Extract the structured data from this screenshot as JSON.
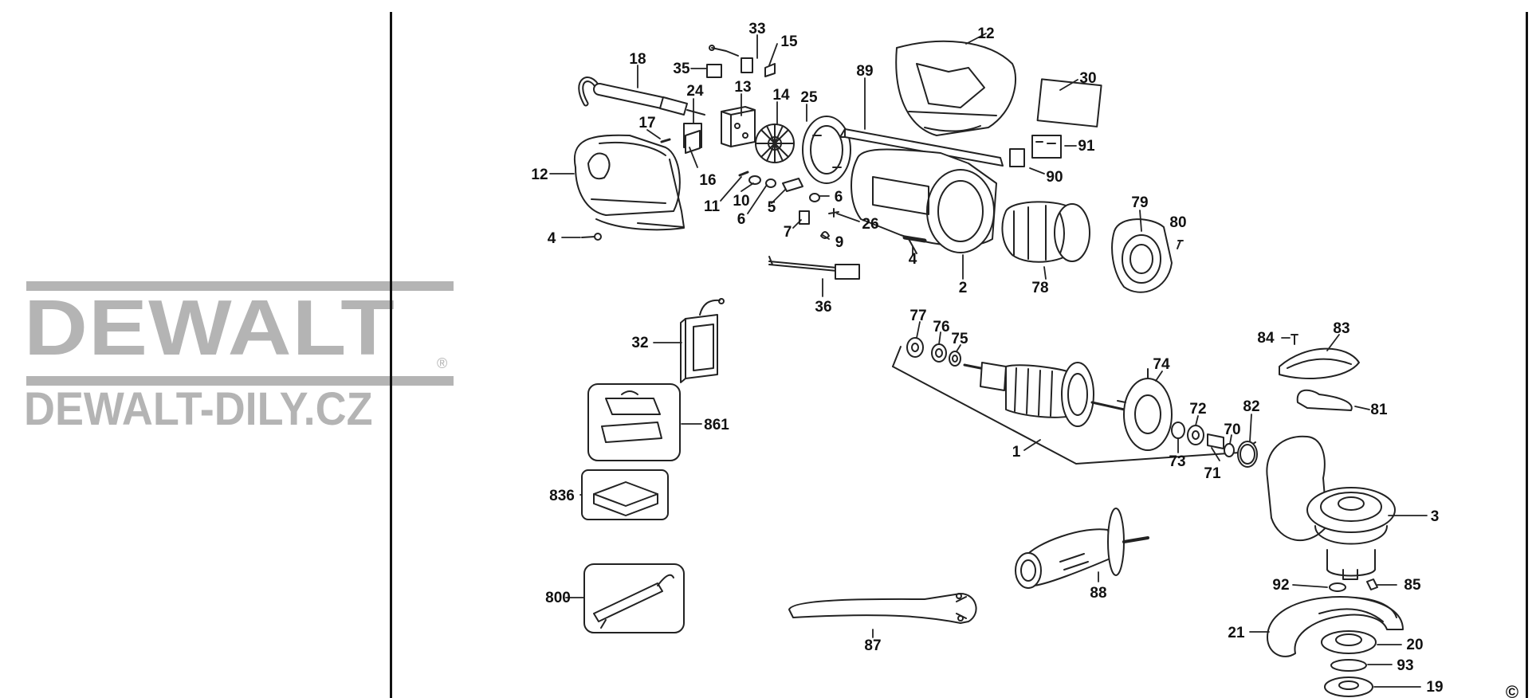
{
  "watermark": {
    "brand": "DEWALT",
    "registered_mark": "®",
    "site": "DEWALT-DILY.CZ"
  },
  "copyright_mark": "©",
  "parts": [
    {
      "id": "p18",
      "label": "18"
    },
    {
      "id": "p35",
      "label": "35"
    },
    {
      "id": "p33",
      "label": "33"
    },
    {
      "id": "p15",
      "label": "15"
    },
    {
      "id": "p24",
      "label": "24"
    },
    {
      "id": "p13",
      "label": "13"
    },
    {
      "id": "p14",
      "label": "14"
    },
    {
      "id": "p25",
      "label": "25"
    },
    {
      "id": "p17",
      "label": "17"
    },
    {
      "id": "p12a",
      "label": "12"
    },
    {
      "id": "p16",
      "label": "16"
    },
    {
      "id": "p11",
      "label": "11"
    },
    {
      "id": "p10",
      "label": "10"
    },
    {
      "id": "p5",
      "label": "5"
    },
    {
      "id": "p6a",
      "label": "6"
    },
    {
      "id": "p6b",
      "label": "6"
    },
    {
      "id": "p4a",
      "label": "4"
    },
    {
      "id": "p7",
      "label": "7"
    },
    {
      "id": "p9",
      "label": "9"
    },
    {
      "id": "p26",
      "label": "26"
    },
    {
      "id": "p36",
      "label": "36"
    },
    {
      "id": "p89",
      "label": "89"
    },
    {
      "id": "p12b",
      "label": "12"
    },
    {
      "id": "p30",
      "label": "30"
    },
    {
      "id": "p91",
      "label": "91"
    },
    {
      "id": "p90",
      "label": "90"
    },
    {
      "id": "p4b",
      "label": "4"
    },
    {
      "id": "p2",
      "label": "2"
    },
    {
      "id": "p79",
      "label": "79"
    },
    {
      "id": "p80",
      "label": "80"
    },
    {
      "id": "p78",
      "label": "78"
    },
    {
      "id": "p32",
      "label": "32"
    },
    {
      "id": "p861",
      "label": "861"
    },
    {
      "id": "p836",
      "label": "836"
    },
    {
      "id": "p800",
      "label": "800"
    },
    {
      "id": "p77",
      "label": "77"
    },
    {
      "id": "p76",
      "label": "76"
    },
    {
      "id": "p75",
      "label": "75"
    },
    {
      "id": "p74",
      "label": "74"
    },
    {
      "id": "p1",
      "label": "1"
    },
    {
      "id": "p72",
      "label": "72"
    },
    {
      "id": "p73",
      "label": "73"
    },
    {
      "id": "p70",
      "label": "70"
    },
    {
      "id": "p71",
      "label": "71"
    },
    {
      "id": "p82",
      "label": "82"
    },
    {
      "id": "p84",
      "label": "84"
    },
    {
      "id": "p83",
      "label": "83"
    },
    {
      "id": "p81",
      "label": "81"
    },
    {
      "id": "p3",
      "label": "3"
    },
    {
      "id": "p88",
      "label": "88"
    },
    {
      "id": "p92",
      "label": "92"
    },
    {
      "id": "p85",
      "label": "85"
    },
    {
      "id": "p21",
      "label": "21"
    },
    {
      "id": "p20",
      "label": "20"
    },
    {
      "id": "p93",
      "label": "93"
    },
    {
      "id": "p19",
      "label": "19"
    },
    {
      "id": "p87",
      "label": "87"
    }
  ]
}
